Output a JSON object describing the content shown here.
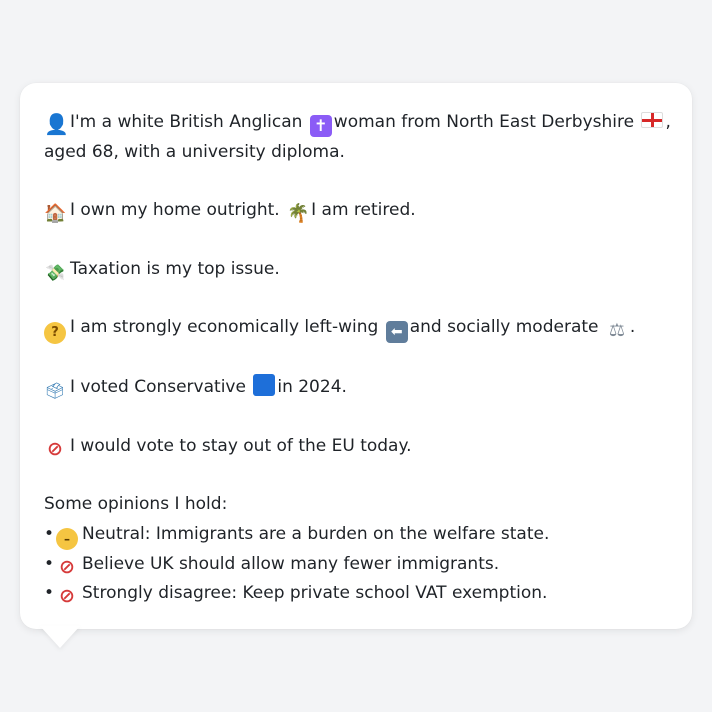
{
  "profile": {
    "intro_line1_a": "I'm a white British Anglican",
    "intro_line1_b": "woman from North East Derbyshire",
    "intro_line1_c": ",",
    "intro_line2": "aged 68, with a university diploma.",
    "home_a": "I own my home outright.",
    "home_b": "I am retired.",
    "issue": "Taxation is my top issue.",
    "ideology_a": "I am strongly economically left-wing",
    "ideology_b": "and socially moderate",
    "ideology_c": ".",
    "vote_a": "I voted Conservative",
    "vote_b": "in 2024.",
    "eu": "I would vote to stay out of the EU today."
  },
  "opinions": {
    "heading": "Some opinions I hold:",
    "items": [
      {
        "bullet": "•",
        "text": "Neutral: Immigrants are a burden on the welfare state."
      },
      {
        "bullet": "•",
        "text": "Believe UK should allow many fewer immigrants."
      },
      {
        "bullet": "•",
        "text": "Strongly disagree: Keep private school VAT exemption."
      }
    ]
  },
  "icons": {
    "person": "👤",
    "cross": "✝",
    "house": "🏠",
    "palm": "🌴",
    "money": "💸",
    "think": "?",
    "left": "⬅",
    "scales": "⚖",
    "ballot": "🗳",
    "no": "⃠",
    "neutral": "•_•"
  },
  "colors": {
    "background": "#f3f4f6",
    "bubble": "#ffffff",
    "text": "#1f2328",
    "conservative_blue": "#1e6fd9"
  }
}
